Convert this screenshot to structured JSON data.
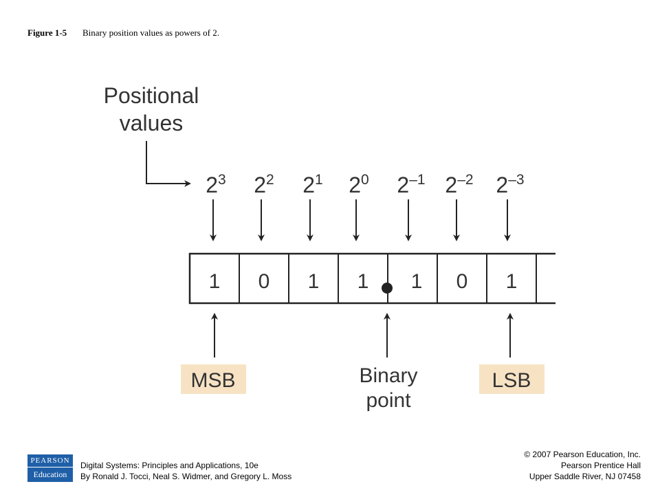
{
  "caption": {
    "figure_label": "Figure 1-5",
    "figure_text": "Binary position values as powers of 2."
  },
  "diagram": {
    "positional_label": [
      "Positional",
      "values"
    ],
    "powers": [
      {
        "base": "2",
        "exp": "3"
      },
      {
        "base": "2",
        "exp": "2"
      },
      {
        "base": "2",
        "exp": "1"
      },
      {
        "base": "2",
        "exp": "0"
      },
      {
        "base": "2",
        "exp": "–1"
      },
      {
        "base": "2",
        "exp": "–2"
      },
      {
        "base": "2",
        "exp": "–3"
      }
    ],
    "bits": [
      "1",
      "0",
      "1",
      "1",
      "1",
      "0",
      "1"
    ],
    "msb_label": "MSB",
    "lsb_label": "LSB",
    "binary_point_label": [
      "Binary",
      "point"
    ],
    "label_box_color": "#f7e3c4"
  },
  "footer": {
    "logo_top": "PEARSON",
    "logo_bottom": "Education",
    "book_title": "Digital Systems: Principles and Applications, 10e",
    "authors": "By Ronald J. Tocci, Neal S. Widmer, and Gregory L. Moss",
    "copyright": "© 2007 Pearson Education, Inc.",
    "publisher": "Pearson Prentice Hall",
    "location": "Upper Saddle River, NJ 07458"
  }
}
